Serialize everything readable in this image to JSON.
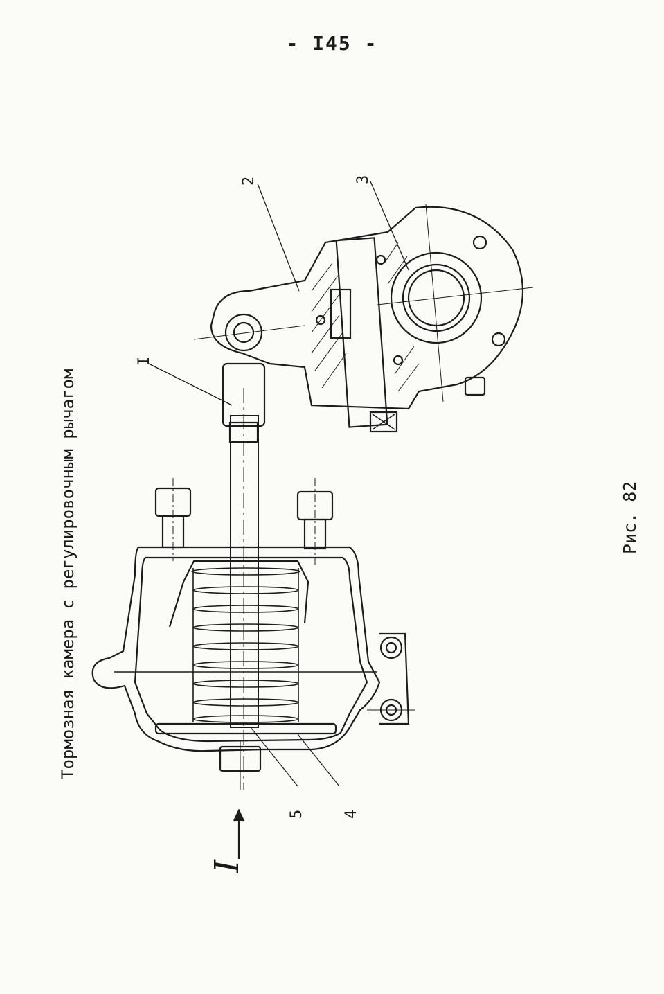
{
  "page": {
    "number": "- I45 -",
    "title": "Тормозная камера с регулировочным рычагом",
    "figure_label": "Рис. 82"
  },
  "callouts": {
    "c1": "I",
    "c2": "2",
    "c3": "3",
    "c4": "4",
    "c5": "5",
    "view": "I"
  }
}
